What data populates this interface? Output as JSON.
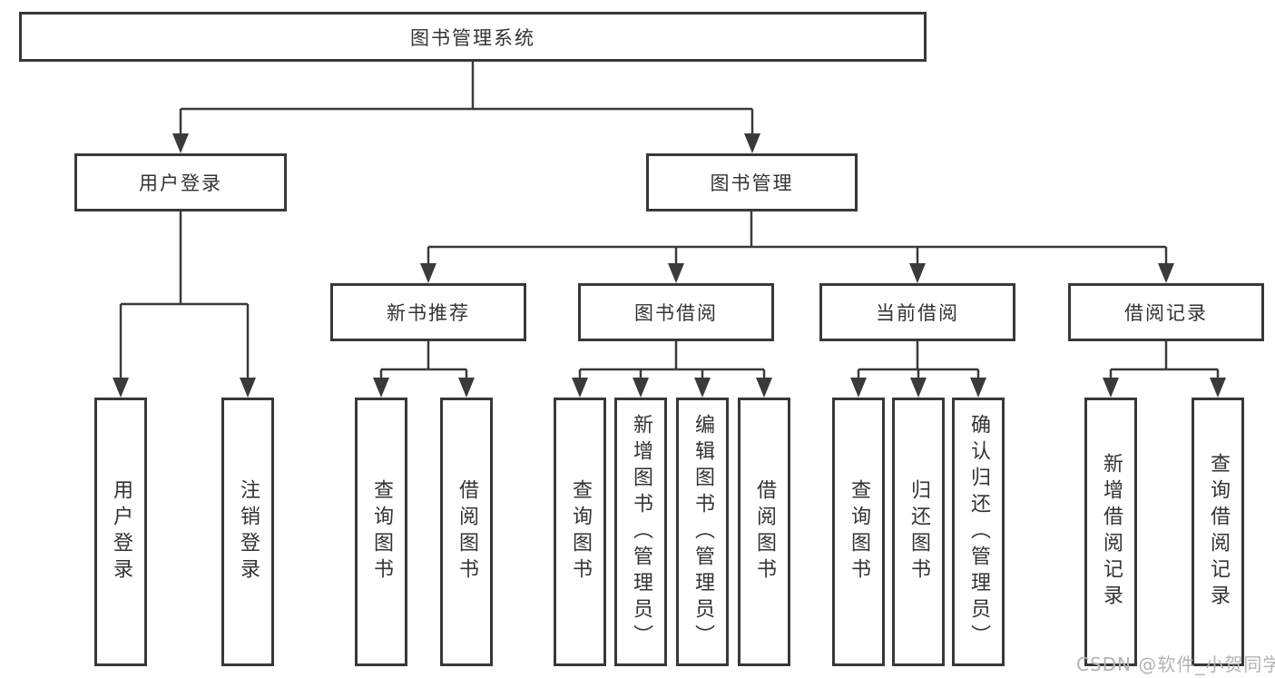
{
  "diagram": {
    "type": "functional-structure-tree",
    "tree": {
      "label": "图书管理系统",
      "children": [
        {
          "label": "用户登录",
          "children": [
            {
              "label": "用户登录"
            },
            {
              "label": "注销登录"
            }
          ]
        },
        {
          "label": "图书管理",
          "children": [
            {
              "label": "新书推荐",
              "children": [
                {
                  "label": "查询图书"
                },
                {
                  "label": "借阅图书"
                }
              ]
            },
            {
              "label": "图书借阅",
              "children": [
                {
                  "label": "查询图书"
                },
                {
                  "label": "新增图书（管理员）"
                },
                {
                  "label": "编辑图书（管理员）"
                },
                {
                  "label": "借阅图书"
                }
              ]
            },
            {
              "label": "当前借阅",
              "children": [
                {
                  "label": "查询图书"
                },
                {
                  "label": "归还图书"
                },
                {
                  "label": "确认归还（管理员）"
                }
              ]
            },
            {
              "label": "借阅记录",
              "children": [
                {
                  "label": "新增借阅记录"
                },
                {
                  "label": "查询借阅记录"
                }
              ]
            }
          ]
        }
      ]
    },
    "colors": {
      "background": "#ffffff",
      "box_border": "#383838",
      "line": "#3a3a3a",
      "text": "#333333",
      "watermark": "#b3b3b3"
    }
  },
  "watermark": {
    "text": "CSDN @软件_小贺同学"
  }
}
